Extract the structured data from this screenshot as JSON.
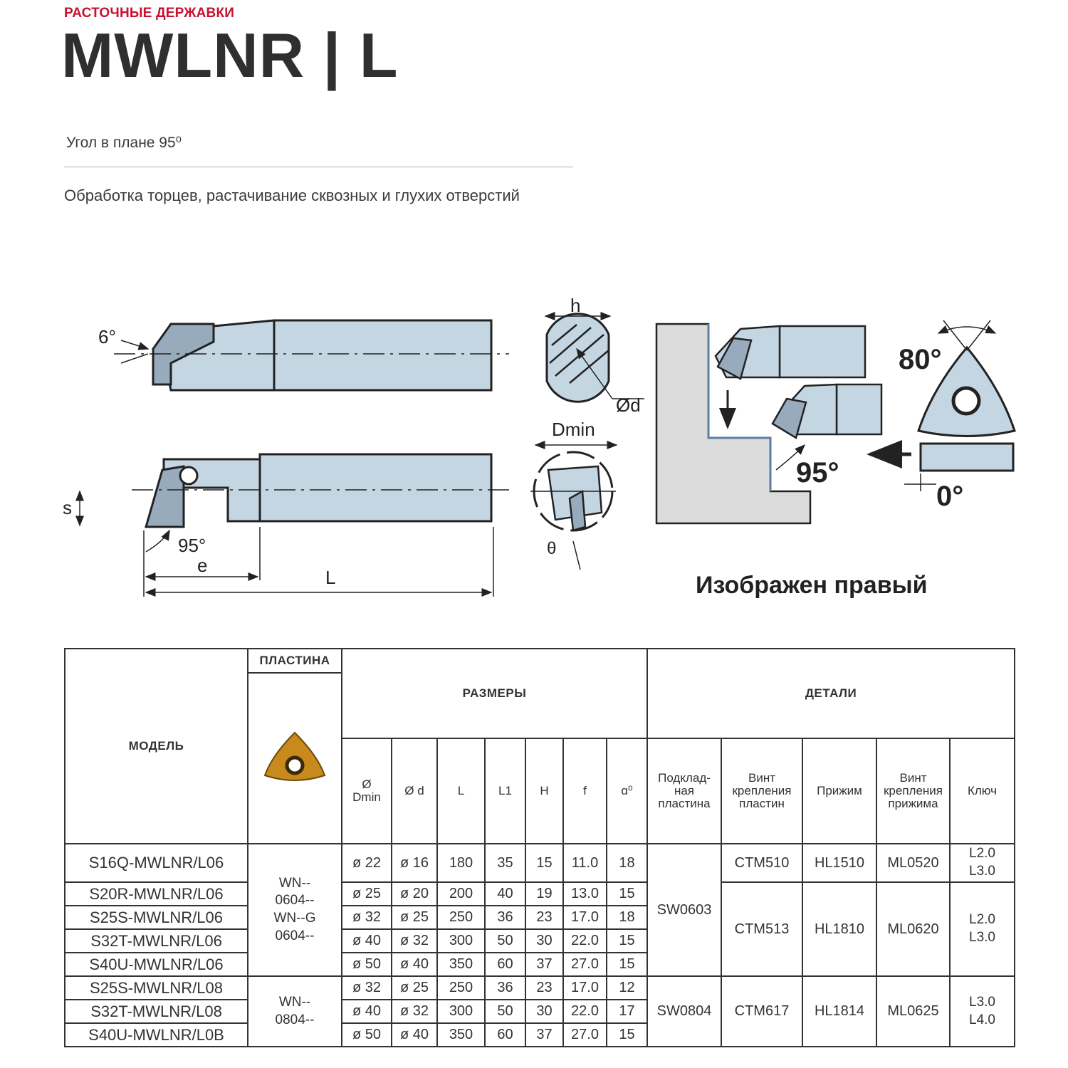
{
  "header": {
    "category": "РАСТОЧНЫЕ ДЕРЖАВКИ",
    "title": "MWLNR | L",
    "angle_text": "Угол в плане 95⁰",
    "description": "Обработка торцев, растачивание сквозных и глухих отверстий"
  },
  "drawing": {
    "labels": {
      "deg6": "6°",
      "s": "s",
      "deg95_left": "95°",
      "e": "e",
      "L": "L",
      "h": "h",
      "od": "Ød",
      "dmin": "Dmin",
      "theta": "θ",
      "deg95_right": "95°",
      "deg80": "80°",
      "deg0": "0°"
    },
    "caption": "Изображен правый",
    "colors": {
      "tool": "#c5d6e3",
      "insert": "#97abbd",
      "workpiece": "#dcdcdc",
      "line": "#222222"
    }
  },
  "table": {
    "headers": {
      "model": "МОДЕЛЬ",
      "insert": "ПЛАСТИНА",
      "dimensions": "РАЗМЕРЫ",
      "details": "ДЕТАЛИ"
    },
    "insert_color": "#c88a1c",
    "columns": {
      "dmin": [
        "Ø",
        "Dmin"
      ],
      "d": "Ø d",
      "L": "L",
      "L1": "L1",
      "H": "H",
      "f": "f",
      "a": "ɑ⁰",
      "shim": [
        "Подклад-",
        "ная",
        "пластина"
      ],
      "screw": [
        "Винт",
        "крепления",
        "пластин"
      ],
      "clamp": "Прижим",
      "clamp_screw": [
        "Винт",
        "крепления",
        "прижима"
      ],
      "key": "Ключ"
    },
    "rows": [
      {
        "model": "S16Q-MWLNR/L06",
        "dmin": "ø 22",
        "d": "ø 16",
        "L": "180",
        "L1": "35",
        "H": "15",
        "f": "11.0",
        "a": "18"
      },
      {
        "model": "S20R-MWLNR/L06",
        "dmin": "ø 25",
        "d": "ø 20",
        "L": "200",
        "L1": "40",
        "H": "19",
        "f": "13.0",
        "a": "15"
      },
      {
        "model": "S25S-MWLNR/L06",
        "dmin": "ø 32",
        "d": "ø 25",
        "L": "250",
        "L1": "36",
        "H": "23",
        "f": "17.0",
        "a": "18"
      },
      {
        "model": "S32T-MWLNR/L06",
        "dmin": "ø 40",
        "d": "ø 32",
        "L": "300",
        "L1": "50",
        "H": "30",
        "f": "22.0",
        "a": "15"
      },
      {
        "model": "S40U-MWLNR/L06",
        "dmin": "ø 50",
        "d": "ø 40",
        "L": "350",
        "L1": "60",
        "H": "37",
        "f": "27.0",
        "a": "15"
      },
      {
        "model": "S25S-MWLNR/L08",
        "dmin": "ø 32",
        "d": "ø 25",
        "L": "250",
        "L1": "36",
        "H": "23",
        "f": "17.0",
        "a": "12"
      },
      {
        "model": "S32T-MWLNR/L08",
        "dmin": "ø 40",
        "d": "ø 32",
        "L": "300",
        "L1": "50",
        "H": "30",
        "f": "22.0",
        "a": "17"
      },
      {
        "model": "S40U-MWLNR/L0B",
        "dmin": "ø 50",
        "d": "ø 40",
        "L": "350",
        "L1": "60",
        "H": "37",
        "f": "27.0",
        "a": "15"
      }
    ],
    "insert_groups": [
      [
        "WN--",
        "0604--",
        "WN--G",
        "0604--"
      ],
      [
        "WN--",
        "0804--"
      ]
    ],
    "shim_groups": [
      "SW0603",
      "SW0804"
    ],
    "screw_groups": [
      "CTM510",
      "CTM513",
      "CTM617"
    ],
    "clamp_groups": [
      "HL1510",
      "HL1810",
      "HL1814"
    ],
    "clamp_screw_groups": [
      "ML0520",
      "ML0620",
      "ML0625"
    ],
    "key_groups": [
      [
        "L2.0",
        "L3.0"
      ],
      [
        "L2.0",
        "L3.0"
      ],
      [
        "L3.0",
        "L4.0"
      ]
    ]
  }
}
